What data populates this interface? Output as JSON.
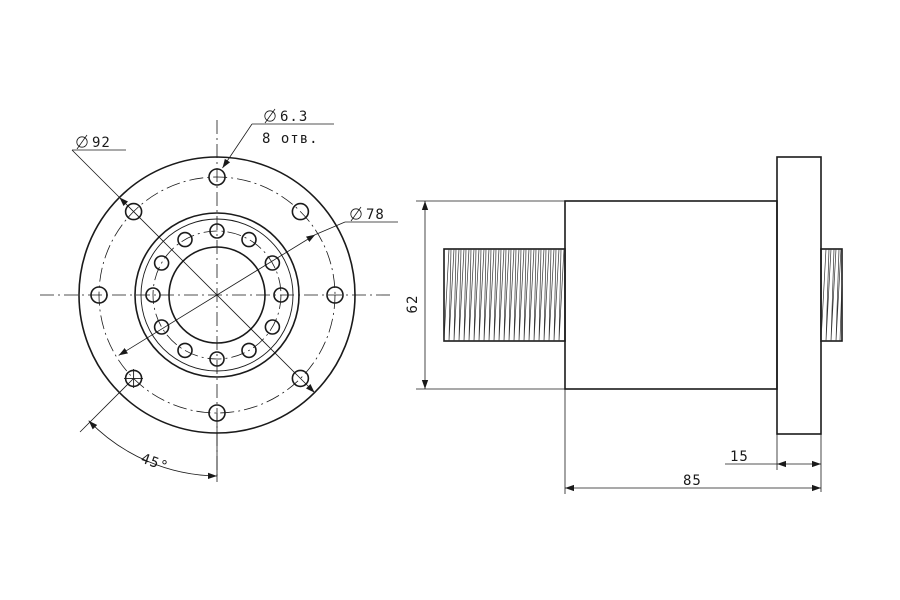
{
  "drawing": {
    "front_view": {
      "flange_diameter_label": "92",
      "bolt_circle_diameter_label": "78",
      "hole_diameter_label": "6.3",
      "hole_count_label": "8 отв.",
      "angle_label": "45°"
    },
    "side_view": {
      "body_diameter_label": "62",
      "flange_thickness_label": "15",
      "total_length_label": "85"
    },
    "colors": {
      "line": "#1a1a1a",
      "background": "#ffffff"
    }
  }
}
